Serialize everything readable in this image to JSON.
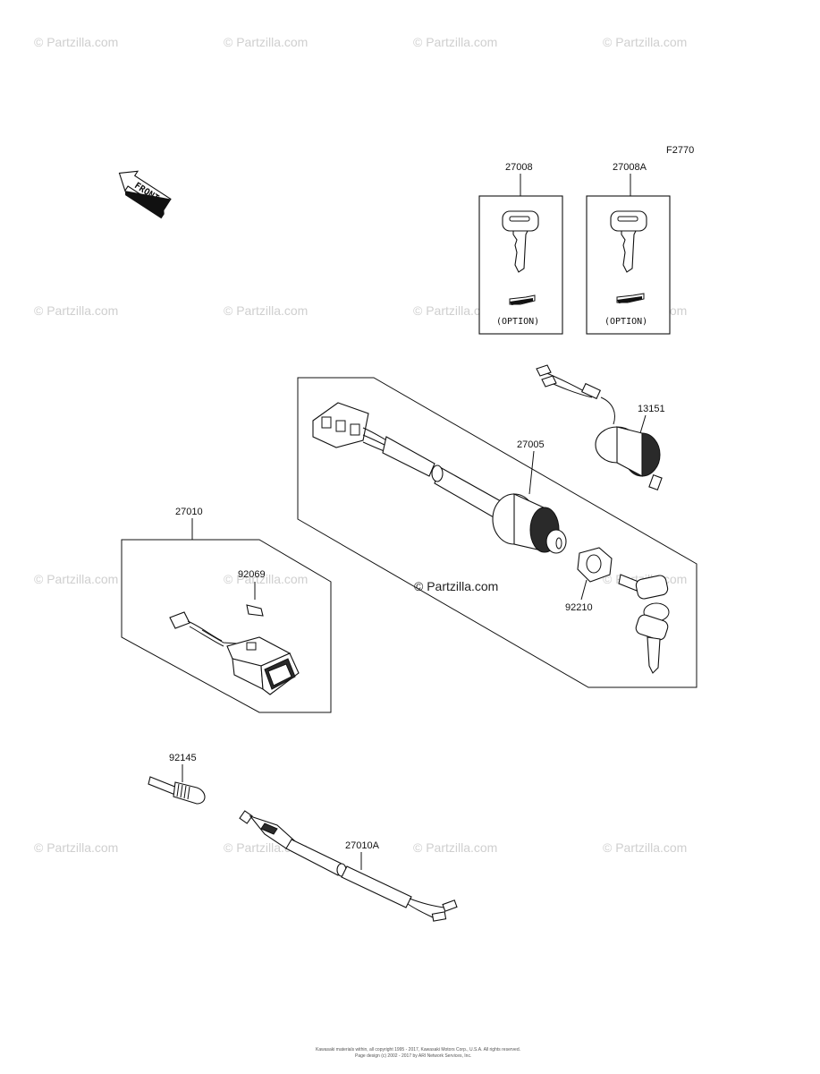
{
  "figure_code": "F2770",
  "front_arrow_label": "FRONT",
  "watermark": "© Partzilla.com",
  "center_watermark": "© Partzilla.com",
  "option_label": "(OPTION)",
  "parts": {
    "p27008": "27008",
    "p27008a": "27008A",
    "p13151": "13151",
    "p27005": "27005",
    "p92210": "92210",
    "p27010": "27010",
    "p92069": "92069",
    "p92145": "92145",
    "p27010a": "27010A"
  },
  "footer": {
    "line1": "Kawasaki materials within, all copyright 1995 - 2017, Kawasaki Motors Corp., U.S.A. All rights reserved.",
    "line2": "Page design (c) 2002 - 2017 by ARI Network Services, Inc."
  }
}
